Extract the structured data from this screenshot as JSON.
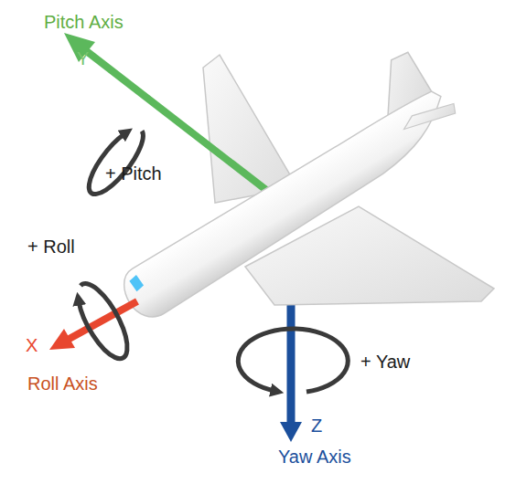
{
  "diagram": {
    "labels": [
      "Pitch Axis",
      "Y",
      "+ Pitch",
      "+ Roll",
      "X",
      "Roll Axis",
      "+ Yaw",
      "Z",
      "Yaw Axis"
    ]
  }
}
